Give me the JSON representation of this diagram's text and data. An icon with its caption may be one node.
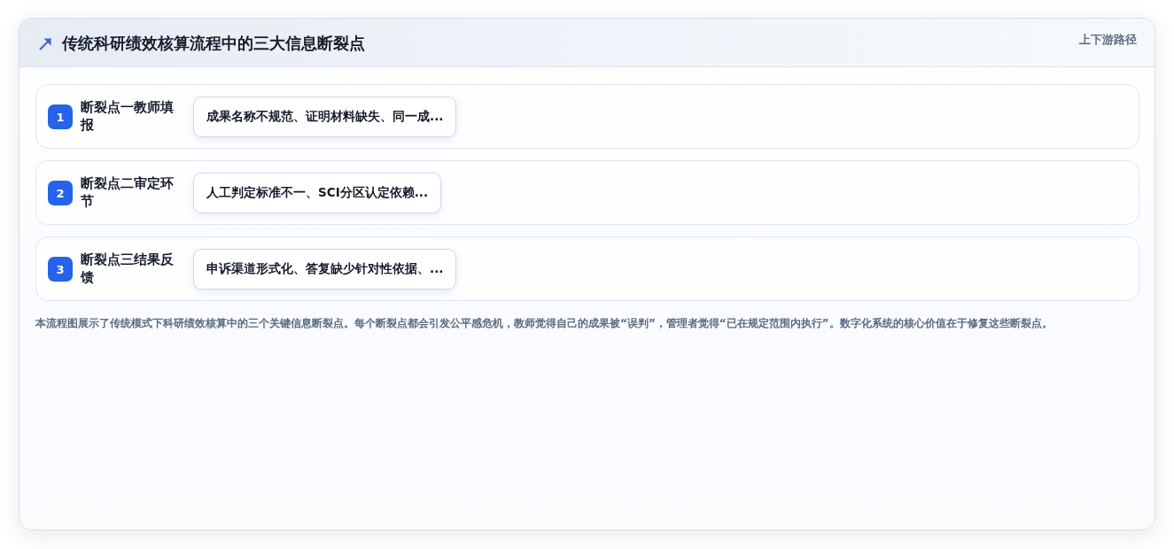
{
  "diagram": {
    "title": "传统科研绩效核算流程中的三大信息断裂点",
    "caption": "本流程图展示了传统模式下科研绩效核算中的三个关键信息断裂点。每个断裂点都会引发公平感危机，教师觉得自己的成果被“误判”，管理者觉得“已在规定范围内执行”。数字化系统的核心价值在于修复这些断裂点。",
    "nodes": [
      {
        "text": [
          "断裂点一教师填报"
        ]
      },
      {
        "text": [
          "1"
        ],
        "in": 0
      },
      {
        "text": [
          "成果名称不规范、证明材料缺失、同一成..."
        ],
        "in": 0
      },
      {
        "text": [
          "断裂点二审定环节"
        ]
      },
      {
        "text": [
          "2"
        ],
        "in": 3
      },
      {
        "text": [
          "人工判定标准不一、SCI分区认定依赖..."
        ],
        "in": 3
      },
      {
        "text": [
          "断裂点三结果反馈"
        ]
      },
      {
        "text": [
          "3"
        ],
        "in": 6
      },
      {
        "text": [
          "申诉渠道形式化、答复缺少针对性依据、..."
        ],
        "in": 6
      }
    ],
    "labels": [
      "上下游路径"
    ]
  }
}
